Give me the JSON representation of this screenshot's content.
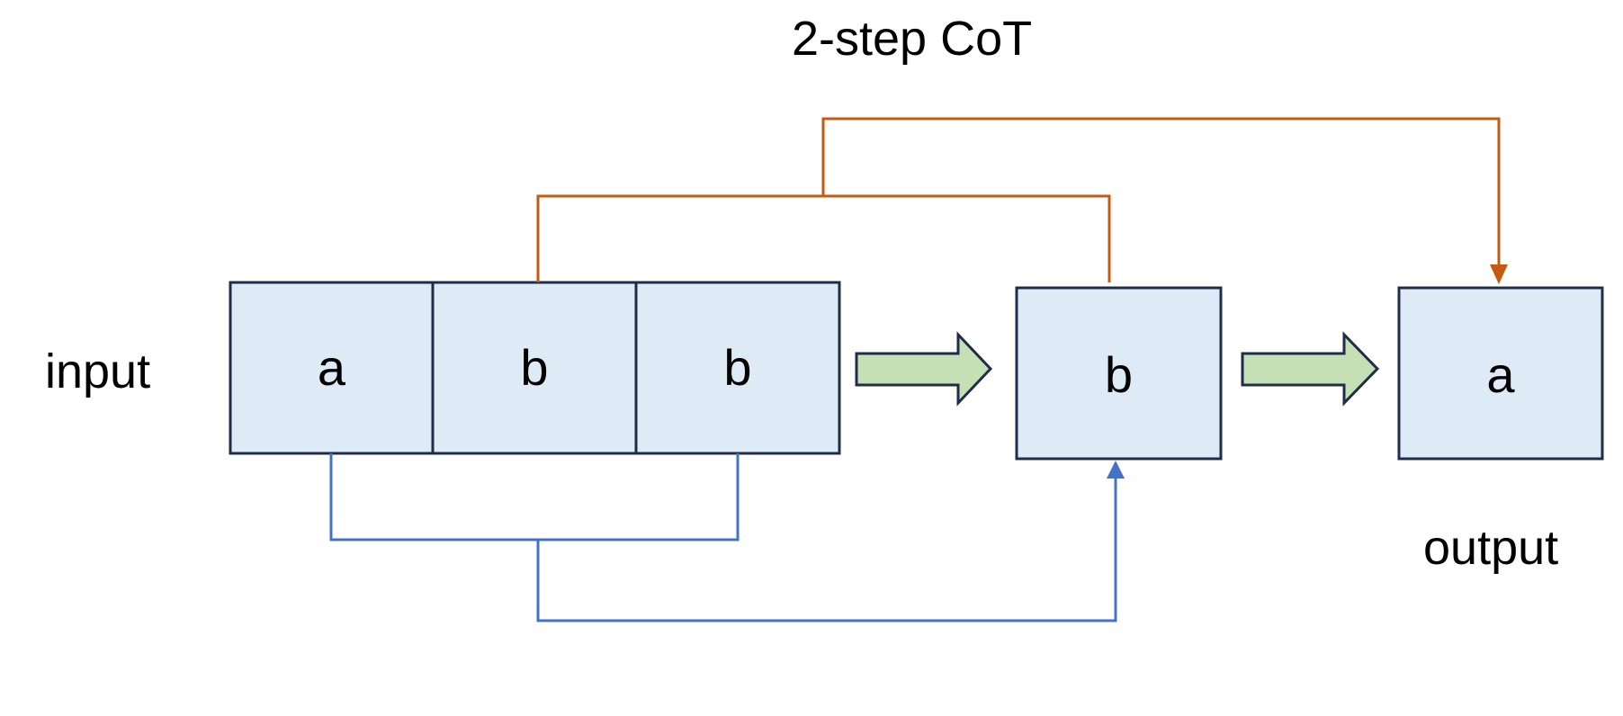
{
  "title": "2-step CoT",
  "input_label": "input",
  "output_label": "output",
  "input_tokens": [
    "a",
    "b",
    "b"
  ],
  "cot_token": "b",
  "output_token": "a",
  "colors": {
    "box_fill": "#deeaf6",
    "box_stroke": "#1f2d4a",
    "orange": "#c55a11",
    "blue": "#4472c4",
    "arrow_fill": "#c5e0b4",
    "arrow_stroke": "#1f2d4a"
  }
}
